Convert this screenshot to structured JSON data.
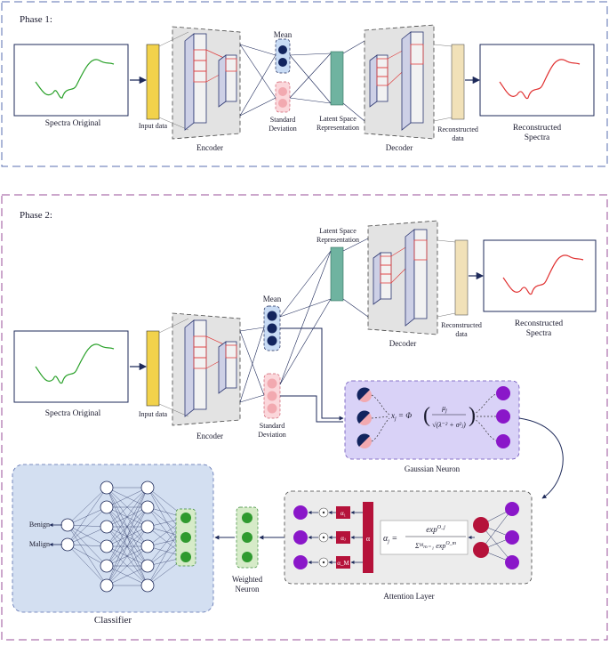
{
  "phase1": {
    "title": "Phase 1:",
    "spectra_original": "Spectra Original",
    "input_data": "Input data",
    "encoder": "Encoder",
    "mean": "Mean",
    "standard_deviation_1": "Standard",
    "standard_deviation_2": "Deviation",
    "latent_1": "Latent Space",
    "latent_2": "Representation",
    "decoder": "Decoder",
    "reconstructed_data_1": "Reconstructed",
    "reconstructed_data_2": "data",
    "reconstructed_spectra_1": "Reconstructed",
    "reconstructed_spectra_2": "Spectra"
  },
  "phase2": {
    "title": "Phase 2:",
    "latent_1": "Latent Space",
    "latent_2": "Representation",
    "mean": "Mean",
    "decoder": "Decoder",
    "reconstructed_data_1": "Reconstructed",
    "reconstructed_data_2": "data",
    "reconstructed_spectra_1": "Reconstructed",
    "reconstructed_spectra_2": "Spectra",
    "spectra_original": "Spectra Original",
    "input_data": "Input data",
    "encoder": "Encoder",
    "standard_deviation_1": "Standard",
    "standard_deviation_2": "Deviation",
    "gaussian_neuron": "Gaussian Neuron",
    "attention_layer": "Attention Layer",
    "weighted_neuron_1": "Weighted",
    "weighted_neuron_2": "Neuron",
    "classifier": "Classifier",
    "benign": "Benign",
    "malign": "Malign",
    "alpha_1": "α1",
    "alpha_j": "αj",
    "alpha_M": "αM",
    "alpha": "α",
    "odot": "⊙"
  },
  "colors": {
    "phase1_border": "#5a6fb0",
    "phase2_border": "#9a4f9a",
    "input_yellow": "#f2d24b",
    "recon_beige": "#f1e1b8",
    "latent_teal": "#6fb3a0",
    "mean_blue": "#12245e",
    "std_pink": "#f2a9b0",
    "gauss_bg": "#d9d2f7",
    "purple": "#8a17c9",
    "crimson": "#b5123a",
    "green": "#2f9a2f",
    "classifier_bg": "#d3dff1",
    "curve_green": "#2aa12a",
    "curve_red": "#e03030"
  }
}
